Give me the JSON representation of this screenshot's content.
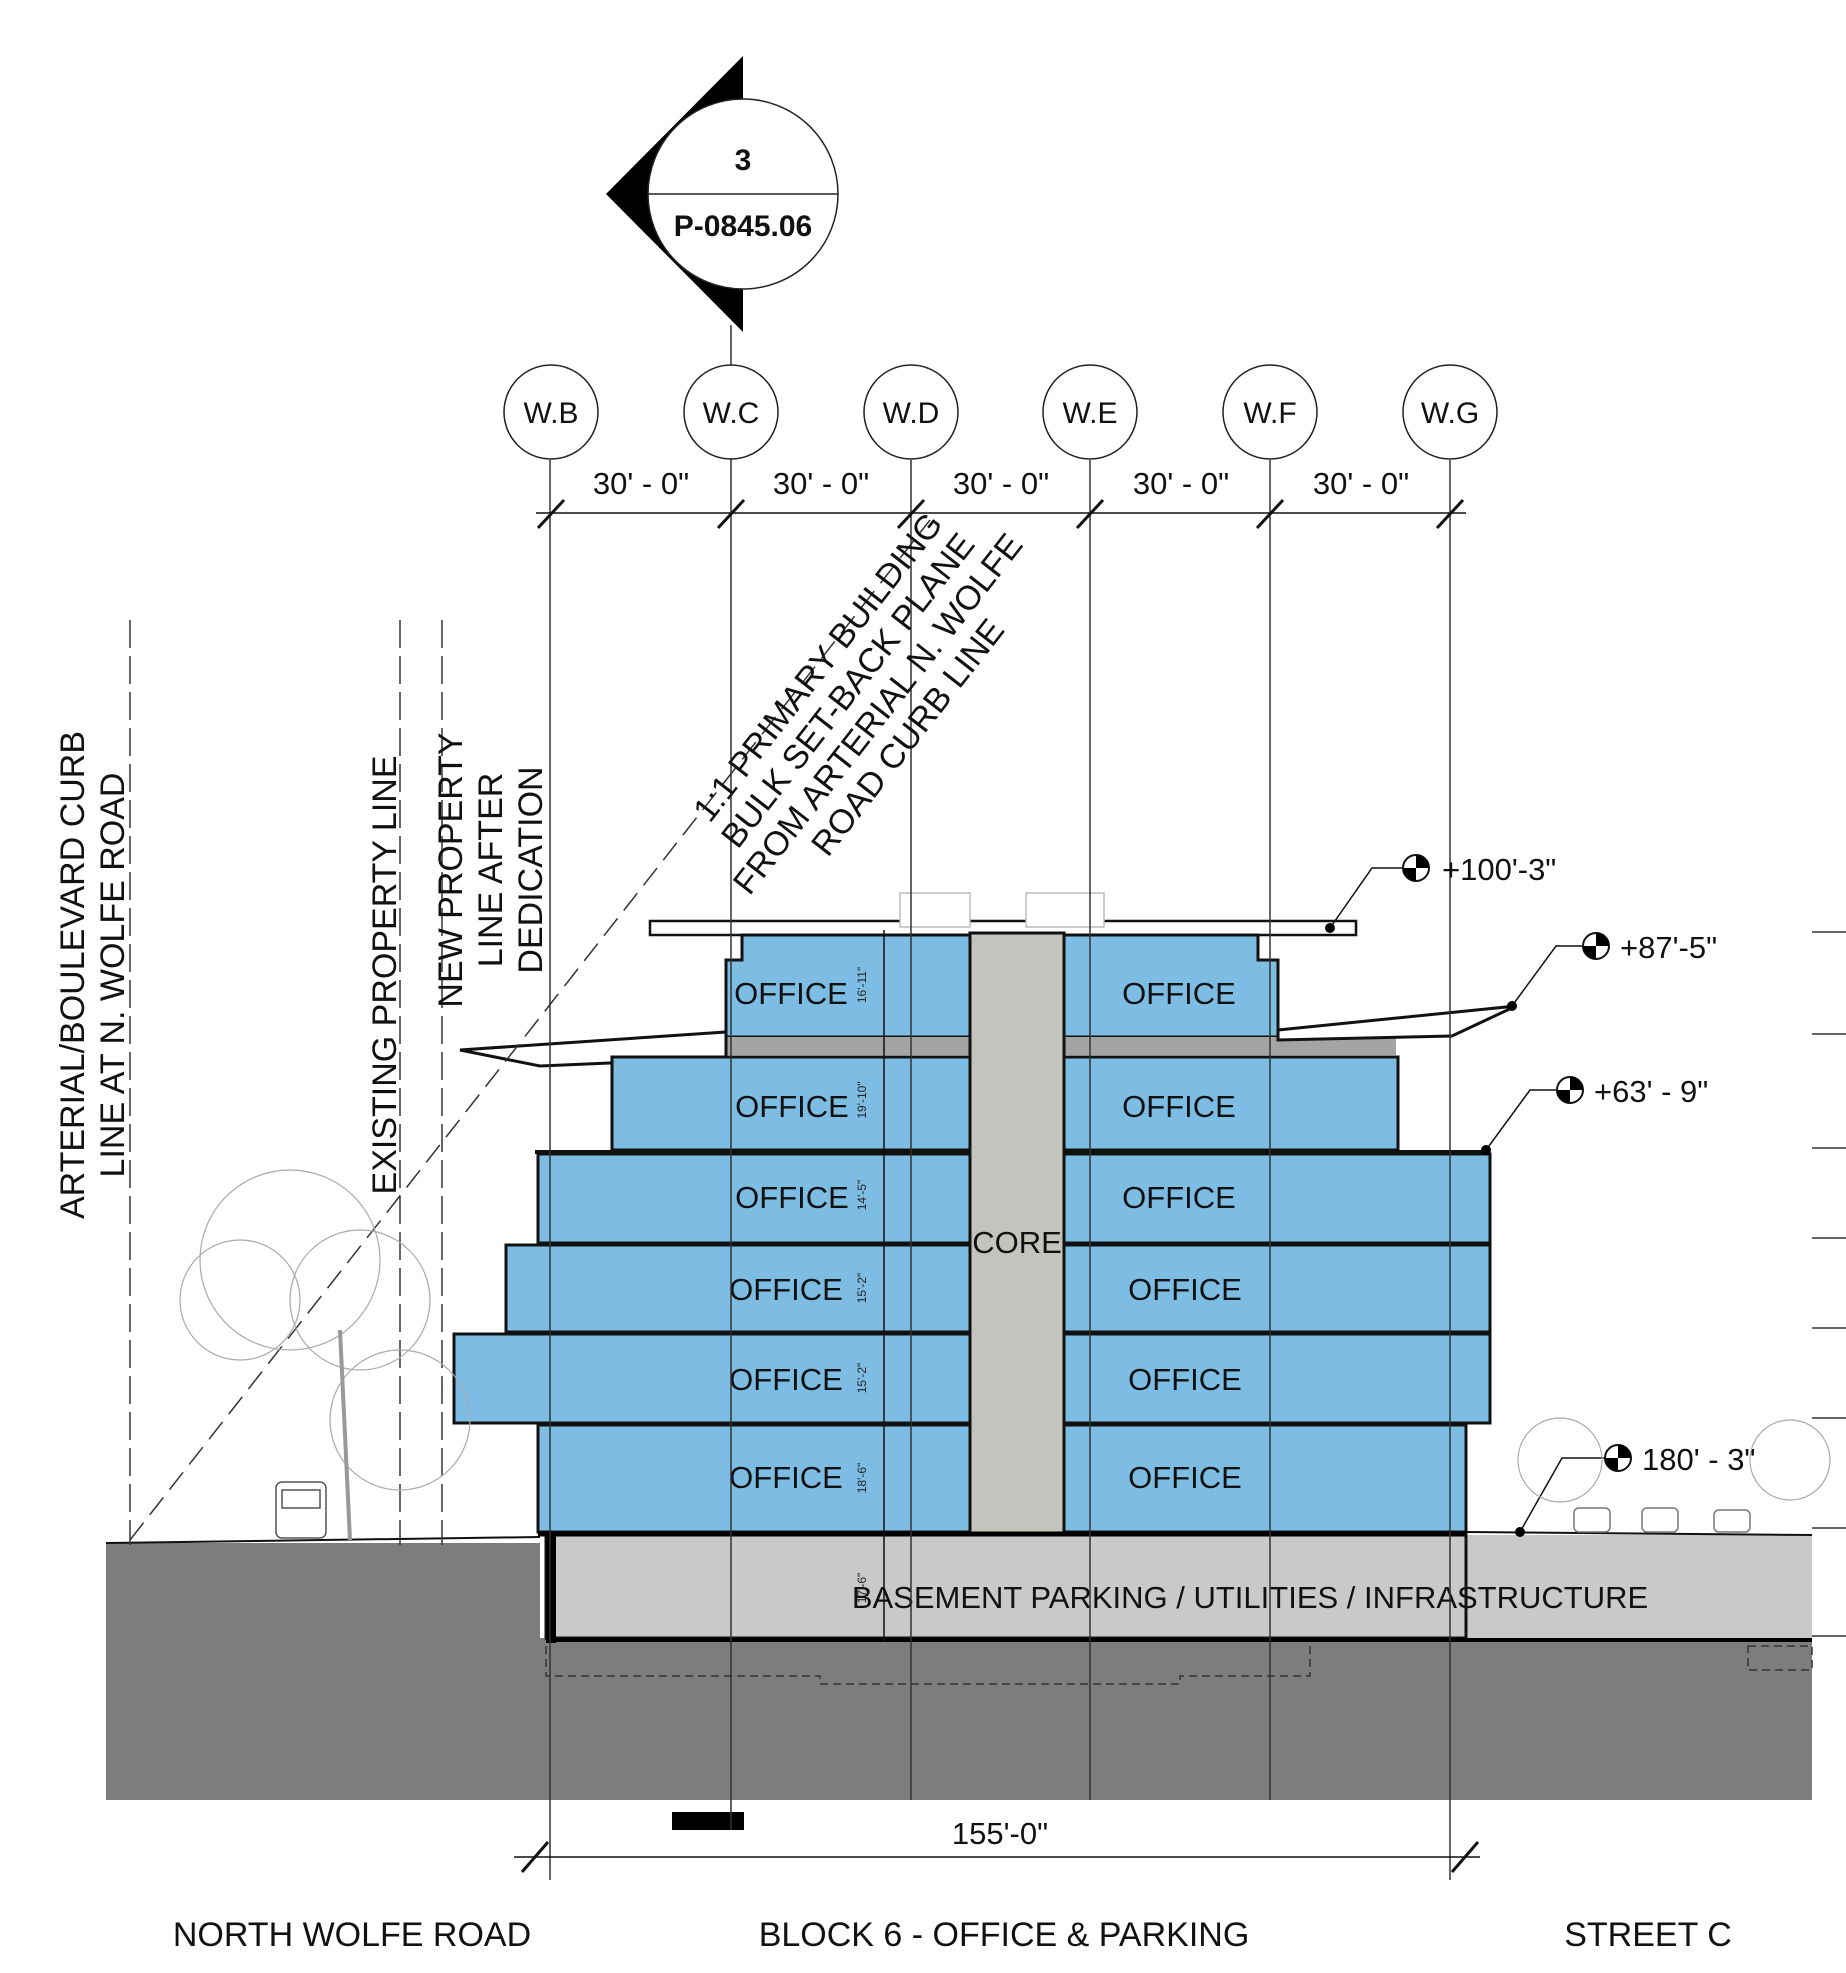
{
  "section_marker": {
    "number": "3",
    "sheet": "P-0845.06"
  },
  "grid_lines": [
    "W.B",
    "W.C",
    "W.D",
    "W.E",
    "W.F",
    "W.G"
  ],
  "bay_dimensions": [
    "30' - 0\"",
    "30' - 0\"",
    "30' - 0\"",
    "30' - 0\"",
    "30' - 0\""
  ],
  "setback_note": [
    "1:1 PRIMARY BUILDING",
    "BULK SET-BACK PLANE",
    "FROM ARTERIAL N. WOLFE",
    "ROAD CURB LINE"
  ],
  "vertical_labels": {
    "curb_line": [
      "ARTERIAL/BOULEVARD CURB",
      "LINE AT N. WOLFE ROAD"
    ],
    "existing_property": [
      "EXISTING PROPERTY LINE"
    ],
    "new_property": [
      "NEW PROPERTY",
      "LINE AFTER",
      "DEDICATION"
    ]
  },
  "elevations": [
    "+100'-3\"",
    "+87'-5\"",
    "+63' - 9\"",
    "180' - 3\""
  ],
  "floors": [
    {
      "left": "OFFICE",
      "right": "OFFICE",
      "height": "16'-11\""
    },
    {
      "left": "OFFICE",
      "right": "OFFICE",
      "height": "19'-10\""
    },
    {
      "left": "OFFICE",
      "right": "OFFICE",
      "height": "14'-5\""
    },
    {
      "left": "OFFICE",
      "right": "OFFICE",
      "height": "15'-2\""
    },
    {
      "left": "OFFICE",
      "right": "OFFICE",
      "height": "15'-2\""
    },
    {
      "left": "OFFICE",
      "right": "OFFICE",
      "height": "18'-6\""
    }
  ],
  "core_label": "CORE",
  "basement": {
    "label": "BASEMENT PARKING / UTILITIES / INFRASTRUCTURE",
    "height": "17'-6\""
  },
  "overall_dimension": "155'-0\"",
  "bottom_labels": {
    "left": "NORTH WOLFE ROAD",
    "center": "BLOCK 6 - OFFICE & PARKING",
    "right": "STREET C"
  }
}
